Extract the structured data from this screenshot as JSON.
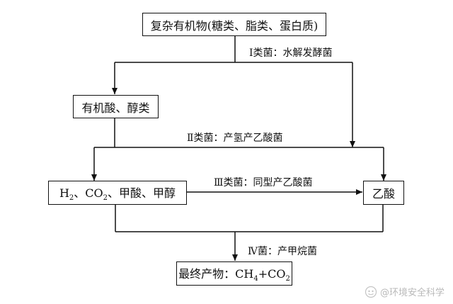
{
  "nodes": {
    "complex_organics": "复杂有机物(糖类、脂类、蛋白质)",
    "organic_acids_alcohols": "有机酸、醇类",
    "intermediates": [
      "H",
      "2",
      "、CO",
      "2",
      "、甲酸、甲醇"
    ],
    "acetic_acid": "乙酸",
    "final_products": [
      "最终产物：CH",
      "4",
      "+CO",
      "2"
    ]
  },
  "labels": {
    "group1": "Ⅰ类菌：水解发酵菌",
    "group2": "Ⅱ类菌：产氢产乙酸菌",
    "group3": "Ⅲ类菌：同型产乙酸菌",
    "group4": "Ⅳ菌：产甲烷菌"
  },
  "watermark": "@环境安全科学"
}
